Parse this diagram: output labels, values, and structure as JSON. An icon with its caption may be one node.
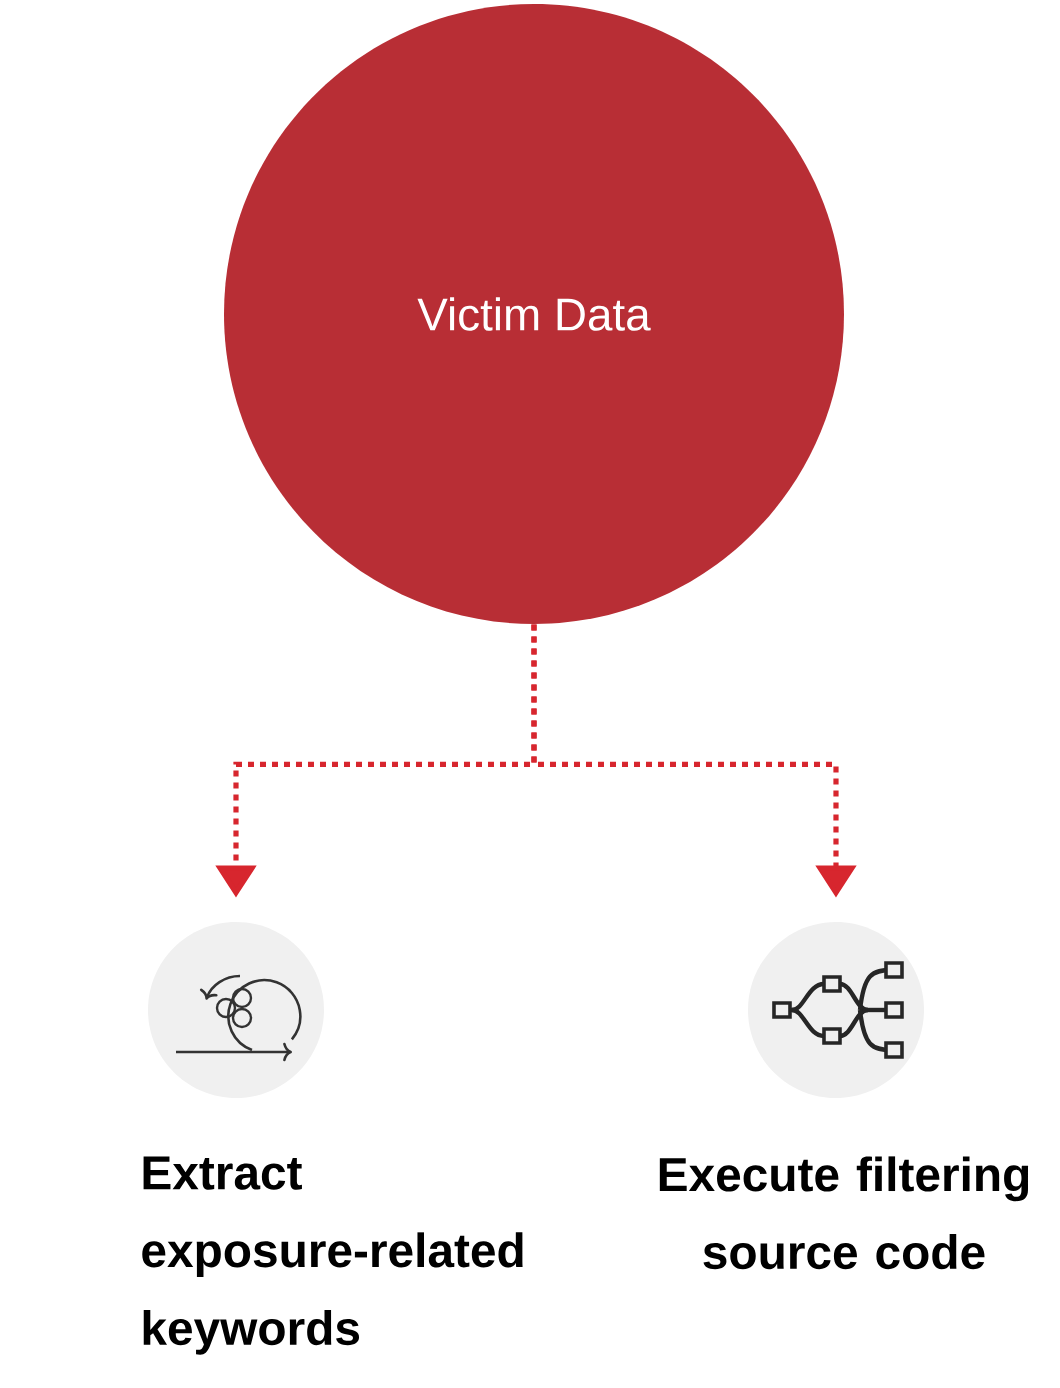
{
  "diagram": {
    "nodes": [
      {
        "text": [
          "Victim Data"
        ]
      },
      {
        "text": [
          "Extract exposure-related keywords"
        ]
      },
      {
        "text": [
          "Execute filtering source code"
        ]
      }
    ],
    "edges": [
      {
        "from": 0,
        "to": 1,
        "arrow": "to",
        "style": "dashed"
      },
      {
        "from": 0,
        "to": 2,
        "arrow": "to",
        "style": "dashed"
      }
    ]
  }
}
